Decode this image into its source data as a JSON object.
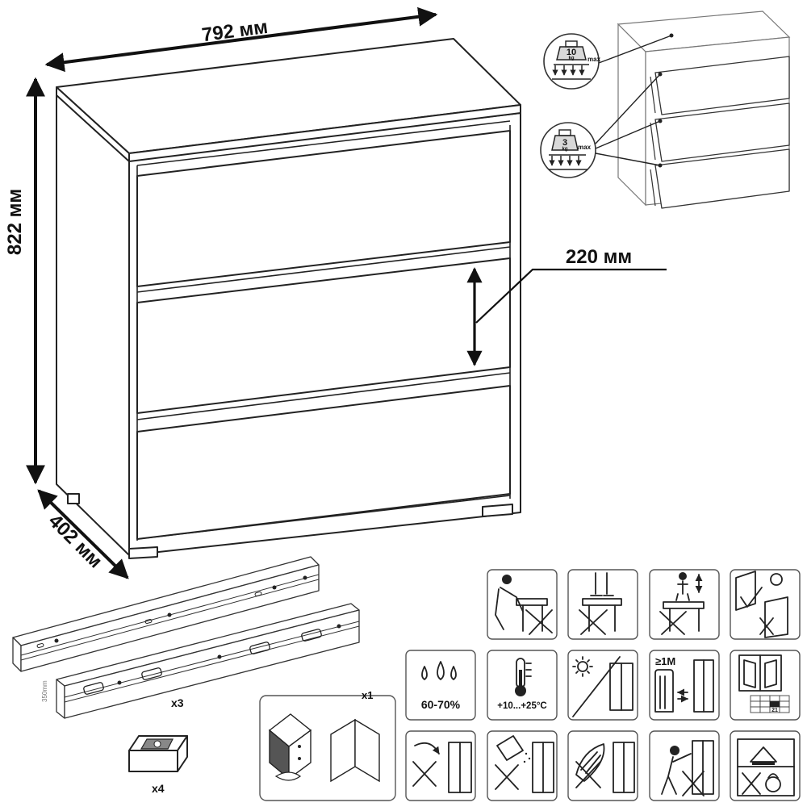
{
  "dimensions": {
    "width": "792 мм",
    "height": "822 мм",
    "depth": "402 мм",
    "drawer_height": "220 мм"
  },
  "load_limits": {
    "top": {
      "value": "10",
      "unit": "kg",
      "suffix": "max"
    },
    "drawer": {
      "value": "3",
      "unit": "kg",
      "suffix": "max"
    }
  },
  "hardware": {
    "rail_length_label": "350mm",
    "rails_qty": "x3",
    "bracket_qty": "x1",
    "feet_qty": "x4"
  },
  "care": {
    "humidity": "60-70%",
    "temperature": "+10...+25°C",
    "distance": "≥1M",
    "box_number": "21"
  }
}
